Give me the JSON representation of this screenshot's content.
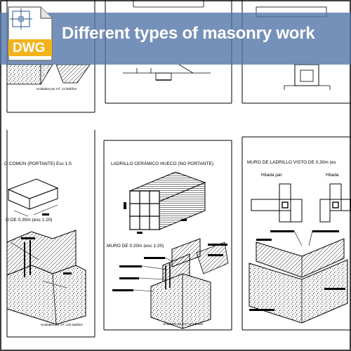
{
  "banner": {
    "title": "Different types of masonry work",
    "color": "#5476a8"
  },
  "badge": {
    "label": "DWG",
    "icon": "dwg-file-icon",
    "color": "#f2b21a"
  },
  "panels": {
    "top_left": {
      "note": "Unidades por m²: 13 ladrillos"
    },
    "mid_left": {
      "title": "O COMÚN (PORTANTE) Esc 1:5",
      "subtitle": "O DE 0.30m (esc 1:20)",
      "note": "Unidades por m²: 120 ladrillos"
    },
    "mid_center": {
      "title": "LADRILLO CERÁMICO HUECO (NO PORTANTE)",
      "subtitle": "MURO DE 0.20m (esc 1:20)",
      "note": "Unidades por m²: 13 ladrillos"
    },
    "mid_right": {
      "title": "MURO DE LADRILLO VISTO DE 0.30m (es",
      "label_a": "Hilada par",
      "label_b": "Hilada"
    }
  }
}
